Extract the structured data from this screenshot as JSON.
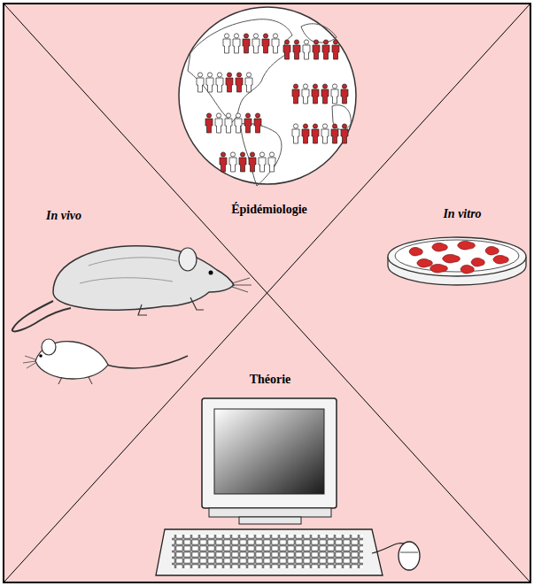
{
  "diagram": {
    "labels": [
      "Épidémiologie",
      "In vivo",
      "In vitro",
      "Théorie"
    ]
  }
}
